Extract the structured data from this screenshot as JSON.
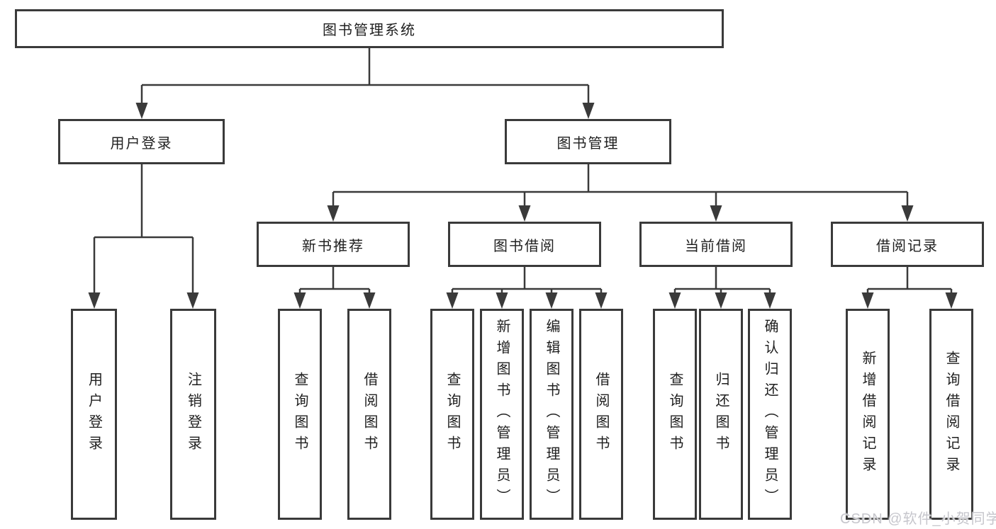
{
  "colors": {
    "background": "#ffffff",
    "line": "#3a3a3a",
    "box_border": "#3a3a3a",
    "text": "#1f1f1f",
    "watermark": "#c6c6cc"
  },
  "root": {
    "label": "图书管理系统"
  },
  "branches": [
    {
      "label": "用户登录",
      "children": [
        {
          "label": "用户登录"
        },
        {
          "label": "注销登录"
        }
      ]
    },
    {
      "label": "图书管理",
      "children": [
        {
          "label": "新书推荐",
          "children": [
            {
              "label": "查询图书"
            },
            {
              "label": "借阅图书"
            }
          ]
        },
        {
          "label": "图书借阅",
          "children": [
            {
              "label": "查询图书"
            },
            {
              "label": "新增图书（管理员）"
            },
            {
              "label": "编辑图书（管理员）"
            },
            {
              "label": "借阅图书"
            }
          ]
        },
        {
          "label": "当前借阅",
          "children": [
            {
              "label": "查询图书"
            },
            {
              "label": "归还图书"
            },
            {
              "label": "确认归还（管理员）"
            }
          ]
        },
        {
          "label": "借阅记录",
          "children": [
            {
              "label": "新增借阅记录"
            },
            {
              "label": "查询借阅记录"
            }
          ]
        }
      ]
    }
  ],
  "watermark": "CSDN @软件_小贺同学"
}
